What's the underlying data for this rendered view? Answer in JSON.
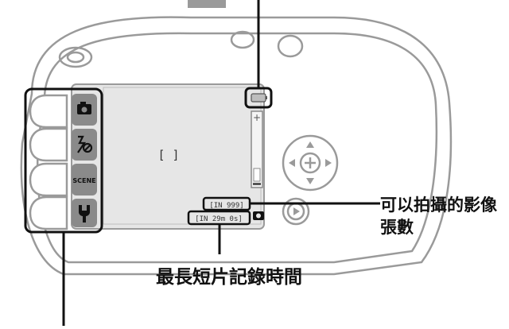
{
  "screen": {
    "focus_brackets": "[   ]",
    "frames_readout": "[IN 999]",
    "movie_time_readout": "[IN 29m 0s]"
  },
  "side_menu": {
    "items": [
      {
        "id": "shooting",
        "icon": "camera-icon",
        "text": ""
      },
      {
        "id": "flash",
        "icon": "flash-off-icon",
        "text": ""
      },
      {
        "id": "scene",
        "icon": "scene-icon",
        "text": "SCENE"
      },
      {
        "id": "setup",
        "icon": "wrench-icon",
        "text": ""
      }
    ]
  },
  "callouts": {
    "frames_remaining": "可以拍攝的影像張數",
    "movie_length": "最長短片記錄時間"
  },
  "colors": {
    "body_outline": "#9a9a9a",
    "screen_fill": "#e6e6e6",
    "icon_tile": "#8a8a8a",
    "highlight_box": "#111111"
  }
}
